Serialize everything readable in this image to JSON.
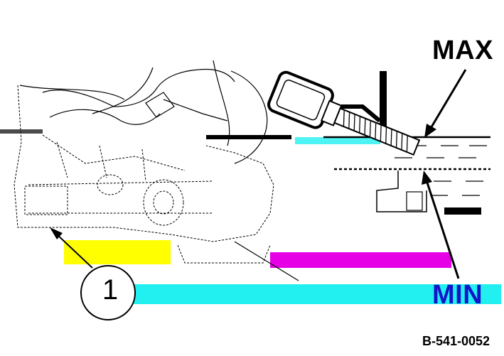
{
  "labels": {
    "max": "MAX",
    "min": "MIN",
    "callout": "1",
    "figure_code": "B-541-0052"
  },
  "colors": {
    "line": "#000000",
    "min_text": "#1414c8",
    "band_cyan": "#22f0f0",
    "band_magenta": "#e600e6",
    "band_yellow": "#ffff00"
  },
  "icons": [
    "dipstick-icon",
    "oil-reservoir-icon",
    "hand-icon",
    "engine-housing-icon"
  ]
}
